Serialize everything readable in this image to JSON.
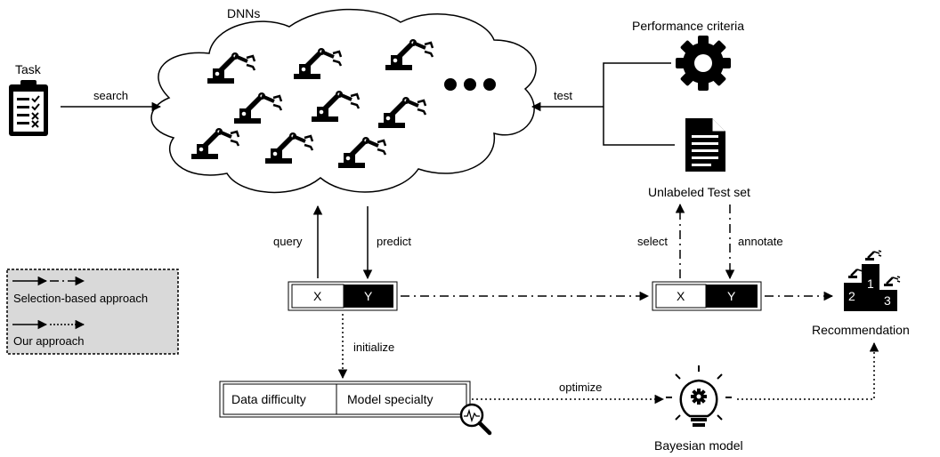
{
  "labels": {
    "dnns": "DNNs",
    "task": "Task",
    "search": "search",
    "performance_criteria": "Performance criteria",
    "test": "test",
    "unlabeled_test_set": "Unlabeled Test set",
    "query": "query",
    "predict": "predict",
    "select": "select",
    "annotate": "annotate",
    "initialize": "initialize",
    "optimize": "optimize",
    "recommendation": "Recommendation",
    "bayesian_model": "Bayesian model"
  },
  "pair_left": {
    "x": "X",
    "y": "Y"
  },
  "pair_right": {
    "x": "X",
    "y": "Y"
  },
  "feature_box": {
    "left": "Data difficulty",
    "right": "Model specialty"
  },
  "podium": {
    "first": "1",
    "second": "2",
    "third": "3"
  },
  "legend": {
    "selection": "Selection-based approach",
    "ours": "Our approach"
  },
  "icons": [
    "clipboard-icon",
    "robot-arm-icon",
    "gear-icon",
    "document-icon",
    "lightbulb-gear-icon",
    "magnifier-waveform-icon",
    "podium-icon"
  ]
}
